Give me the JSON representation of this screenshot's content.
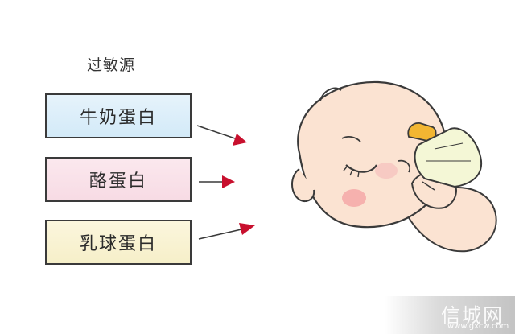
{
  "diagram": {
    "title": "过敏源",
    "allergens": [
      {
        "label": "牛奶蛋白"
      },
      {
        "label": "酪蛋白"
      },
      {
        "label": "乳球蛋白"
      }
    ]
  },
  "watermark": {
    "brand_text": "信城网",
    "url": "www.gxcw.com"
  },
  "colors": {
    "box1_fill": "#d3eaf8",
    "box2_fill": "#f7dbe4",
    "box3_fill": "#f6efc9",
    "arrow_head": "#c8102e",
    "skin": "#fbe3d2",
    "outline": "#3a3a3a"
  }
}
